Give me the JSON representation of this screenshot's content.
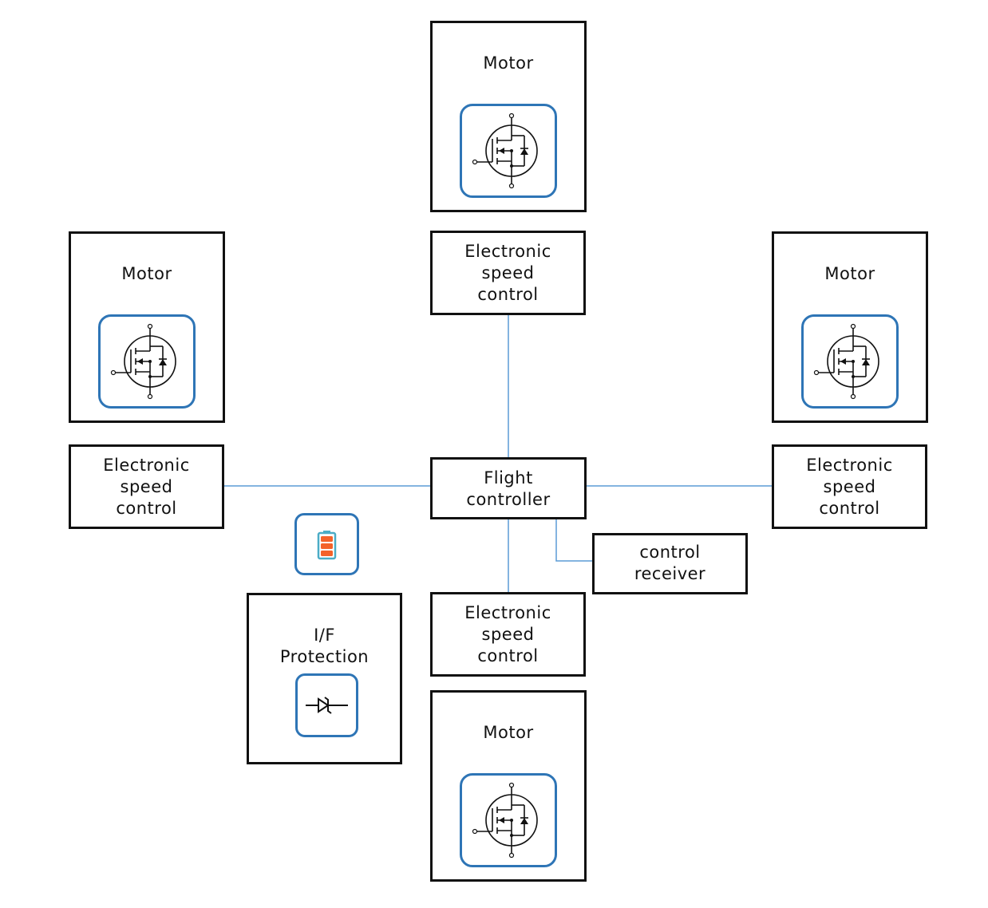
{
  "motors": {
    "top": "Motor",
    "left": "Motor",
    "right": "Motor",
    "bottom": "Motor"
  },
  "esc": {
    "top": [
      "Electronic",
      "speed",
      "control"
    ],
    "left": [
      "Electronic",
      "speed",
      "control"
    ],
    "right": [
      "Electronic",
      "speed",
      "control"
    ],
    "bottom": [
      "Electronic",
      "speed",
      "control"
    ]
  },
  "flight_controller": [
    "Flight",
    "controller"
  ],
  "control_receiver": [
    "control",
    "receiver"
  ],
  "protection": [
    "I/F",
    "Protection"
  ],
  "icons": {
    "motor_icon": "mosfet-icon",
    "protection_icon": "diode-icon",
    "battery_icon": "battery-icon"
  },
  "colors": {
    "wire": "#5b9bd5",
    "icon_border": "#2e75b6",
    "battery_fill": "#f4622a",
    "battery_shell": "#4bacc6"
  }
}
